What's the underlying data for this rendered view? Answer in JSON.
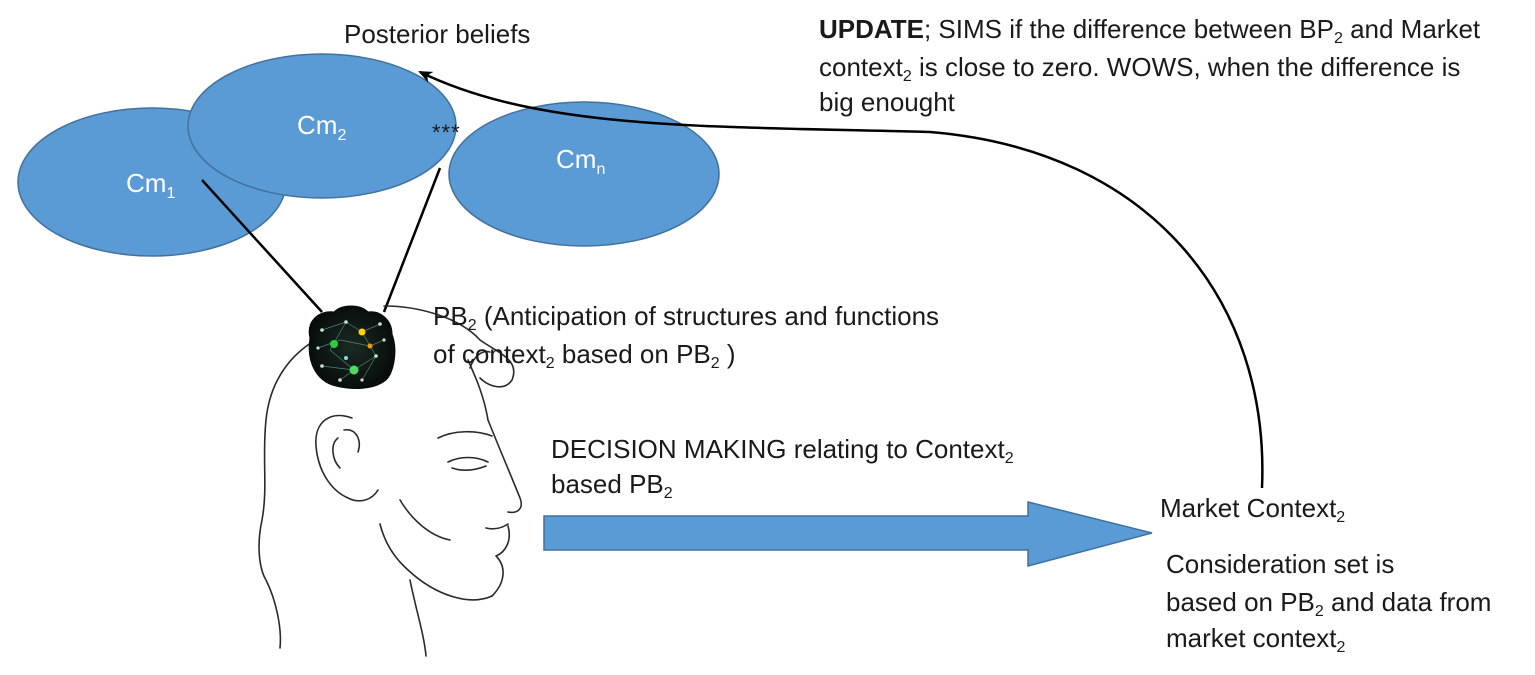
{
  "posterior_beliefs": "Posterior beliefs",
  "clusters": [
    {
      "base": "Cm",
      "sub": "1"
    },
    {
      "base": "Cm",
      "sub": "2"
    },
    {
      "base": "Cm",
      "sub": "n"
    }
  ],
  "ellipsis": "***",
  "update": {
    "bold": "UPDATE",
    "line1_a": "; SIMS if the difference between BP",
    "line1_sub": "2",
    "line1_b": " and Market",
    "line2_a": "context",
    "line2_sub": "2",
    "line2_b": " is close to zero. WOWS, when the difference is",
    "line3": "big enought"
  },
  "anticipation": {
    "line1_a": "PB",
    "line1_sub": "2",
    "line1_b": "  (Anticipation of structures and functions",
    "line2_a": "of context",
    "line2_sub": "2",
    "line2_b": " based on PB",
    "line2_sub2": "2",
    "line2_c": " )"
  },
  "decision": {
    "line1_a": "DECISION MAKING relating to Context",
    "line1_sub": "2",
    "line2_a": "based  PB",
    "line2_sub": "2"
  },
  "market_context": {
    "a": "Market Context",
    "sub": "2"
  },
  "consideration": {
    "line1": "Consideration set is",
    "line2_a": "based on PB",
    "line2_sub": "2",
    "line2_b": " and data from",
    "line3_a": "market context",
    "line3_sub": "2"
  },
  "colors": {
    "ellipse_fill": "#5b9bd5",
    "ellipse_stroke": "#41719c",
    "arrow_fill": "#5b9bd5",
    "line": "#000000"
  }
}
